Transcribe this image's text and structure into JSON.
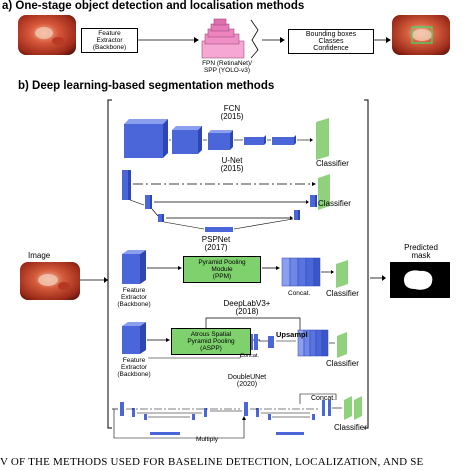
{
  "section_a": {
    "title": "a) One-stage object detection and localisation methods",
    "feature_extractor": [
      "Feature",
      "Extractor",
      "(Backbone)"
    ],
    "fpn_label": [
      "FPN (RetinaNet)/",
      "SPP (YOLO-v3)"
    ],
    "outputs": [
      "Bounding boxes",
      "Classes",
      "Confidence"
    ]
  },
  "section_b": {
    "title": "b) Deep learning-based segmentation methods",
    "image_label": "Image",
    "predicted_label": [
      "Predicted",
      "mask"
    ],
    "fcn": {
      "name": "FCN",
      "year": "(2015)",
      "classifier": "Classifier"
    },
    "unet": {
      "name": "U-Net",
      "year": "(2015)",
      "classifier": "Classifier"
    },
    "pspnet": {
      "name": "PSPNet",
      "year": "(2017)",
      "backbone": [
        "Feature",
        "Extractor",
        "(Backbone)"
      ],
      "module": [
        "Pyramid Pooling",
        "Module",
        "(PPM)"
      ],
      "concat": "Concat.",
      "classifier": "Classifier"
    },
    "deeplab": {
      "name": "DeepLabV3+",
      "year": "(2018)",
      "backbone": [
        "Feature",
        "Extractor",
        "(Backbone)"
      ],
      "module": [
        "Atrous Spatial",
        "Pyramid Pooling",
        "(ASPP)"
      ],
      "concat_small": "Concat.",
      "upsample": "Upsampl",
      "classifier": "Classifier"
    },
    "doubleunet": {
      "name": "DoubleUNet",
      "year": "(2020)",
      "concat": "Concat.",
      "multiply": "Multiply",
      "classifier": "Classifier"
    }
  },
  "caption": "V OF THE METHODS USED FOR BASELINE DETECTION, LOCALIZATION, AND SE",
  "colors": {
    "blue_block": "#4a66d8",
    "blue_light": "#8aa0ee",
    "green_classifier": "#8fd17c",
    "green_module": "#7fd16e",
    "pink_fpn": "#f08fc6",
    "endoscopy_red": "#c8452e"
  }
}
